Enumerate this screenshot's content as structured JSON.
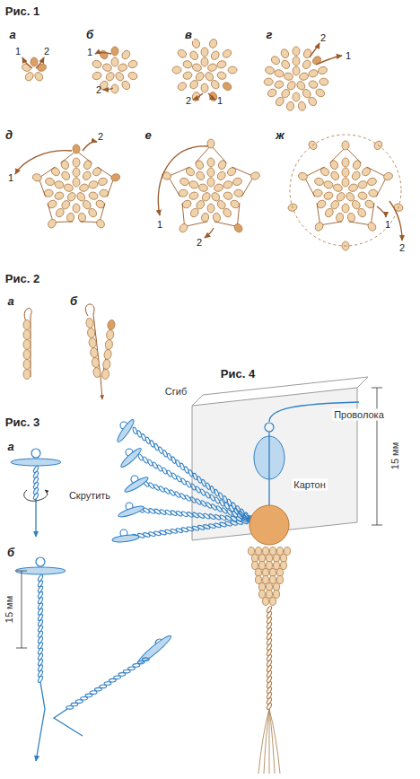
{
  "diagram": {
    "labels": [
      "Рис. 1",
      "а",
      "1",
      "2",
      "б",
      "1",
      "2",
      "в",
      "2",
      "1",
      "г",
      "2",
      "1",
      "д",
      "2",
      "1",
      "е",
      "1",
      "2",
      "ж",
      "1",
      "2",
      "Рис. 2",
      "а",
      "б",
      "Рис. 4",
      "Рис. 3",
      "Сгиб",
      "Проволока",
      "а",
      "Скрутить",
      "Картон",
      "15 мм",
      "б",
      "15 мм"
    ]
  }
}
